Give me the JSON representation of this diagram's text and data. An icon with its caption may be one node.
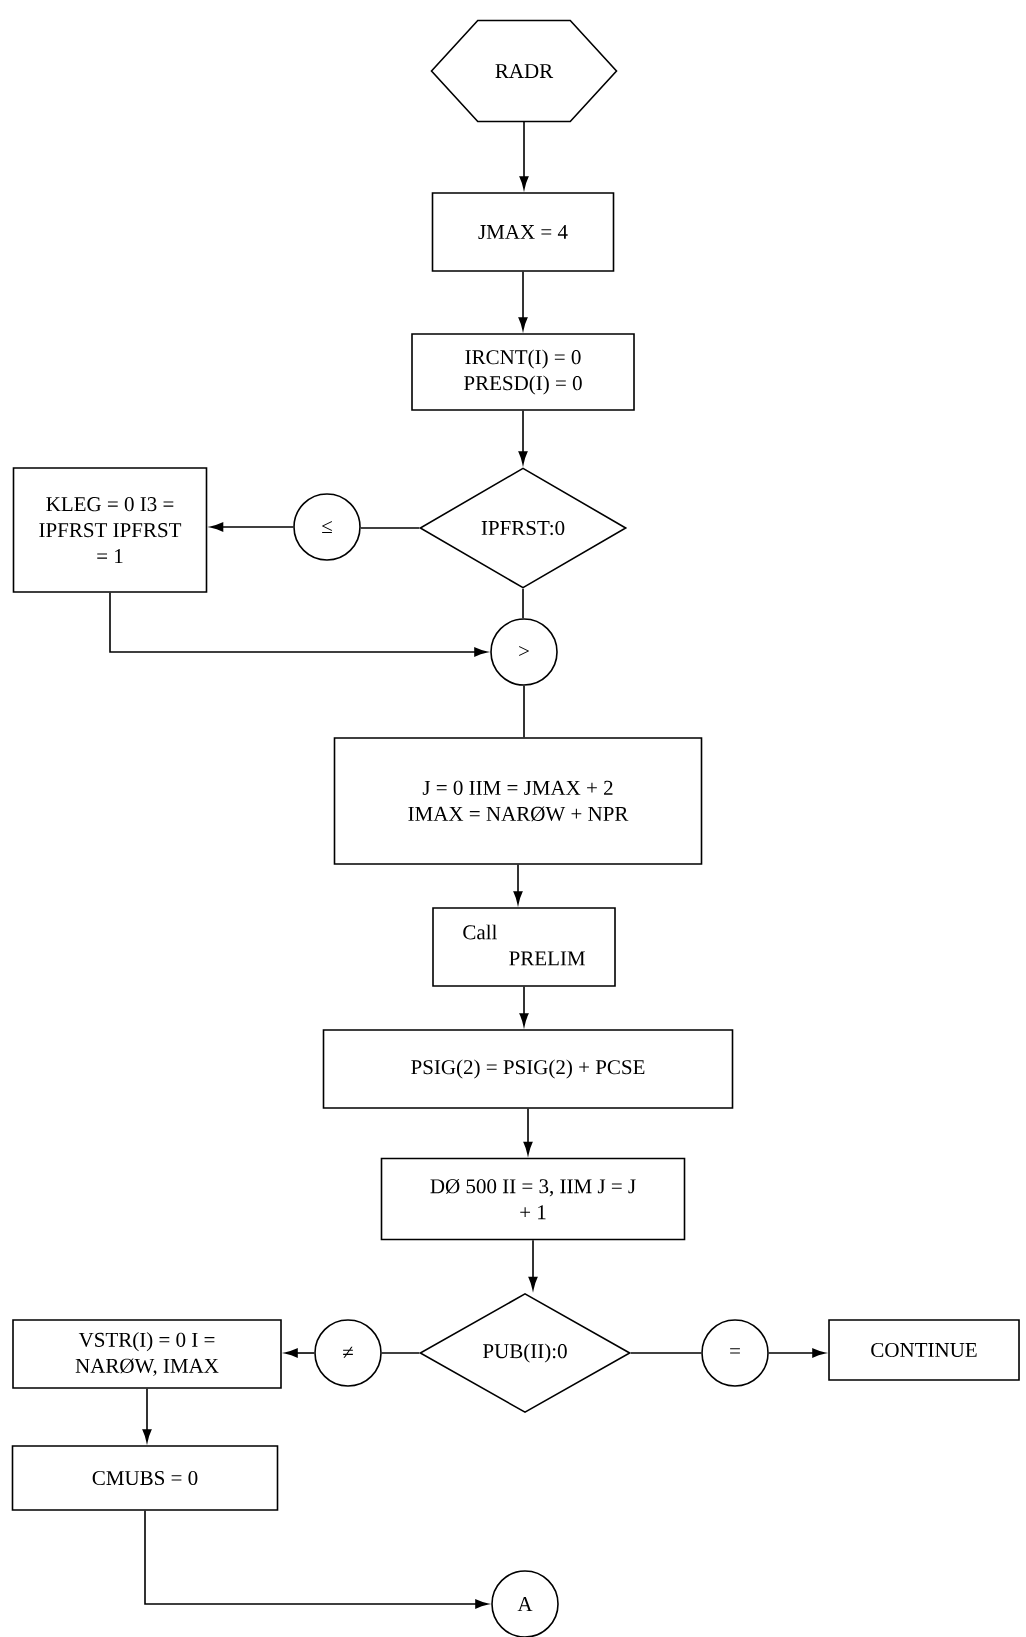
{
  "diagram": {
    "nodes": [
      {
        "text": [
          "RADR"
        ]
      },
      {
        "text": [
          "JMAX = 4"
        ]
      },
      {
        "text": [
          "IRCNT(I) = 0 PRESD(I) = 0"
        ]
      },
      {
        "text": [
          "KLEG = 0 I3 = IPFRST IPFRST = 1"
        ]
      },
      {
        "text": [
          "≤"
        ]
      },
      {
        "text": [
          "IPFRST:0"
        ]
      },
      {
        "text": [
          ">"
        ]
      },
      {
        "text": [
          "J = 0 IIM = JMAX + 2 IMAX = NARØW + NPR"
        ]
      },
      {
        "text": [
          "Call",
          "PRELIM"
        ]
      },
      {
        "text": [
          "PSIG(2) = PSIG(2) + PCSE"
        ]
      },
      {
        "text": [
          "DØ 500 II = 3, IIM J = J + 1"
        ]
      },
      {
        "text": [
          "PUB(II):0"
        ]
      },
      {
        "text": [
          "≠"
        ]
      },
      {
        "text": [
          "="
        ]
      },
      {
        "text": [
          "CONTINUE"
        ]
      },
      {
        "text": [
          "VSTR(I) = 0 I = NARØW, IMAX"
        ]
      },
      {
        "text": [
          "CMUBS = 0"
        ]
      },
      {
        "text": [
          "A"
        ]
      }
    ],
    "edges": [
      {
        "from": 0,
        "to": 1,
        "arrow": "to"
      },
      {
        "from": 1,
        "to": 2,
        "arrow": "to"
      },
      {
        "from": 2,
        "to": 5,
        "arrow": "to"
      },
      {
        "from": 5,
        "to": 4,
        "arrow": "none"
      },
      {
        "from": 4,
        "to": 3,
        "arrow": "to"
      },
      {
        "from": 5,
        "to": 6,
        "arrow": "none"
      },
      {
        "from": 3,
        "to": 6,
        "arrow": "to"
      },
      {
        "from": 6,
        "to": 7,
        "arrow": "none"
      },
      {
        "from": 7,
        "to": 8,
        "arrow": "to"
      },
      {
        "from": 8,
        "to": 9,
        "arrow": "to"
      },
      {
        "from": 9,
        "to": 10,
        "arrow": "to"
      },
      {
        "from": 10,
        "to": 11,
        "arrow": "to"
      },
      {
        "from": 11,
        "to": 12,
        "arrow": "none"
      },
      {
        "from": 12,
        "to": 15,
        "arrow": "to"
      },
      {
        "from": 11,
        "to": 13,
        "arrow": "none"
      },
      {
        "from": 13,
        "to": 14,
        "arrow": "to"
      },
      {
        "from": 15,
        "to": 16,
        "arrow": "to"
      },
      {
        "from": 16,
        "to": 17,
        "arrow": "to"
      }
    ]
  }
}
